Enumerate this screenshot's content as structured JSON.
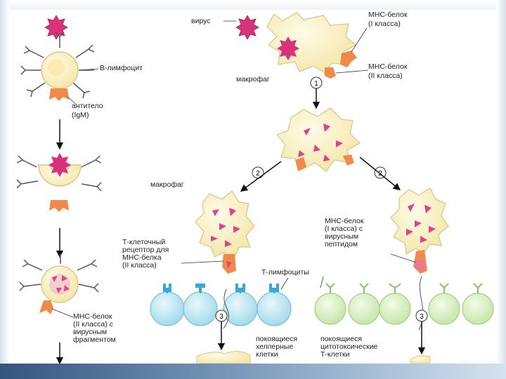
{
  "labels": {
    "virus": "вирус",
    "mhc_top_1": "МНС-белок",
    "mhc_top_2": "(I класса)",
    "mhc_mid_1": "МНС-белок",
    "mhc_mid_2": "(II класса)",
    "macrophage_1": "макрофаг",
    "b_lymphocyte": "В-лимфоцит",
    "antibody_1": "антитело",
    "antibody_2": "(IgM)",
    "macrophage_2": "макрофаг",
    "tcr_1": "Т-клеточный",
    "tcr_2": "рецептор для",
    "tcr_3": "МНС-белка",
    "tcr_4": "(II класса)",
    "mhc_pep_1": "МНС-белок",
    "mhc_pep_2": "(I класса) с",
    "mhc_pep_3": "вирусным",
    "mhc_pep_4": "пептидом",
    "t_lymphocytes": "Т-лимфоциты",
    "mhc_frag_1": "МНС-белок",
    "mhc_frag_2": "(II класса) с",
    "mhc_frag_3": "вирусным",
    "mhc_frag_4": "фрагментом",
    "helper_1": "покоящиеся",
    "helper_2": "хелперные",
    "helper_3": "клетки",
    "cyto_1": "покоящиеся",
    "cyto_2": "цитотоксические",
    "cyto_3": "Т-клетки"
  },
  "steps": {
    "s1": "1",
    "s2a": "2",
    "s2b": "2",
    "s3a": "3",
    "s3b": "3"
  },
  "colors": {
    "cell_fill": "#fbf3c9",
    "cell_stroke": "#d8c98a",
    "virus": "#d8327a",
    "mhc_orange": "#f08a4b",
    "peptide": "#e0408a",
    "helper_cell": "#bfe6f2",
    "helper_receptor": "#35a9d4",
    "cyto_cell": "#d9efc4",
    "cyto_receptor": "#8fbf6a",
    "frame_blue": "#34557d"
  }
}
